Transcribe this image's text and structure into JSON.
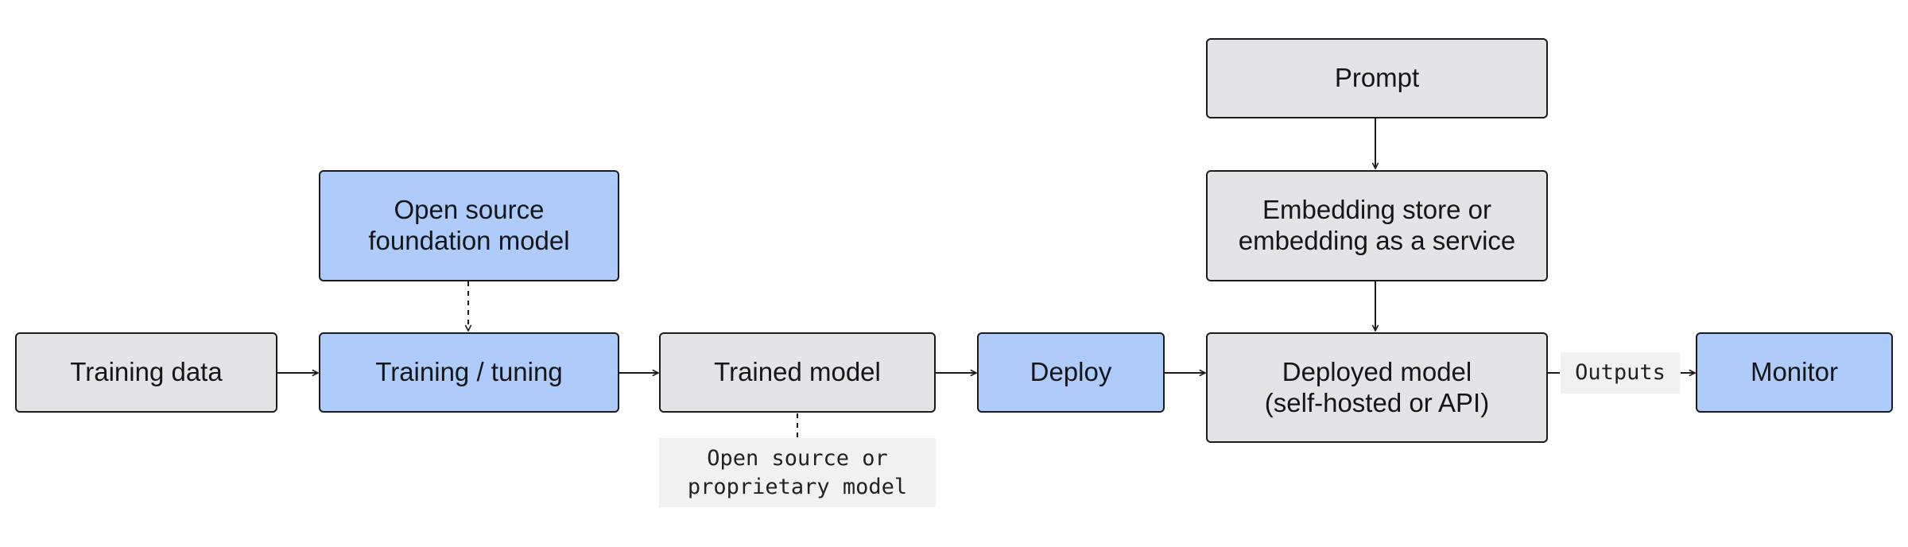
{
  "nodes": {
    "training_data": "Training data",
    "training_tuning": "Training / tuning",
    "open_source_foundation": "Open source\nfoundation model",
    "trained_model": "Trained model",
    "deploy": "Deploy",
    "prompt": "Prompt",
    "embedding_store": "Embedding store or\nembedding as a service",
    "deployed_model": "Deployed model\n(self-hosted or API)",
    "monitor": "Monitor"
  },
  "notes": {
    "model_type": "Open source or\nproprietary model",
    "outputs": "Outputs"
  },
  "colors": {
    "gray_fill": "#e4e4e6",
    "blue_fill": "#aecbfa",
    "stroke": "#1c1c1c",
    "note_fill": "#f1f1f1"
  }
}
